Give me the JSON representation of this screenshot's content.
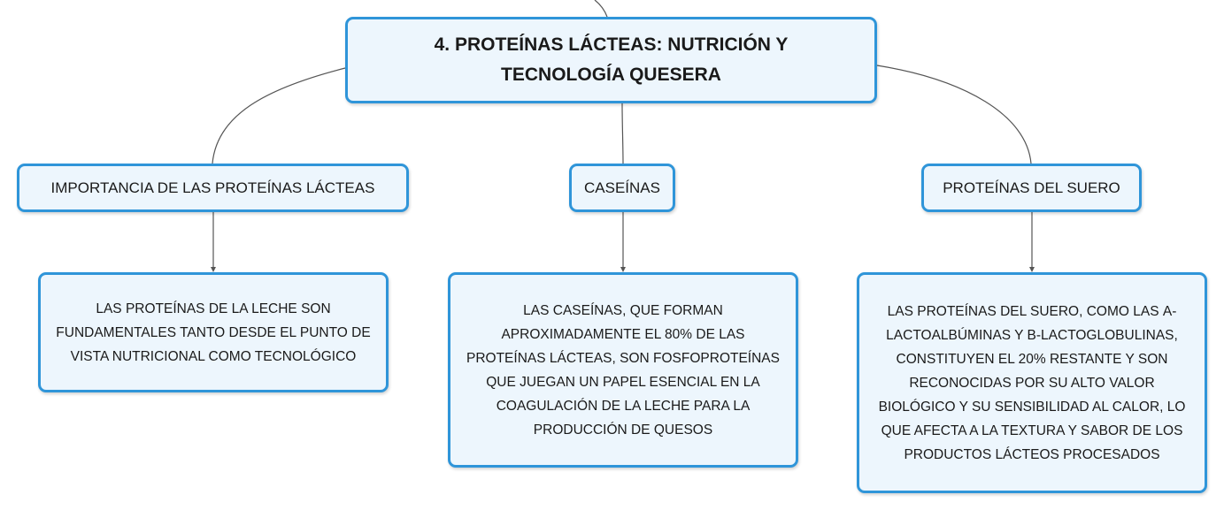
{
  "root": {
    "title": "4. PROTEÍNAS LÁCTEAS: NUTRICIÓN Y TECNOLOGÍA QUESERA"
  },
  "branches": [
    {
      "label": "IMPORTANCIA DE LAS PROTEÍNAS LÁCTEAS",
      "detail": "LAS PROTEÍNAS DE LA LECHE SON FUNDAMENTALES TANTO DESDE EL PUNTO DE VISTA NUTRICIONAL COMO TECNOLÓGICO"
    },
    {
      "label": "CASEÍNAS",
      "detail": "LAS CASEÍNAS, QUE FORMAN APROXIMADAMENTE EL 80% DE LAS PROTEÍNAS LÁCTEAS, SON FOSFOPROTEÍNAS QUE JUEGAN UN PAPEL ESENCIAL EN LA COAGULACIÓN DE LA LECHE PARA LA PRODUCCIÓN DE QUESOS"
    },
    {
      "label": "PROTEÍNAS DEL SUERO",
      "detail": "LAS PROTEÍNAS DEL SUERO, COMO LAS Α-LACTOALBÚMINAS Y Β-LACTOGLOBULINAS, CONSTITUYEN EL 20% RESTANTE Y SON RECONOCIDAS POR SU ALTO VALOR BIOLÓGICO Y SU SENSIBILIDAD AL CALOR, LO QUE AFECTA A LA TEXTURA Y SABOR DE LOS PRODUCTOS LÁCTEOS PROCESADOS"
    }
  ],
  "colors": {
    "node_border": "#2f95d9",
    "node_fill": "#edf6fd",
    "connector": "#555555"
  }
}
